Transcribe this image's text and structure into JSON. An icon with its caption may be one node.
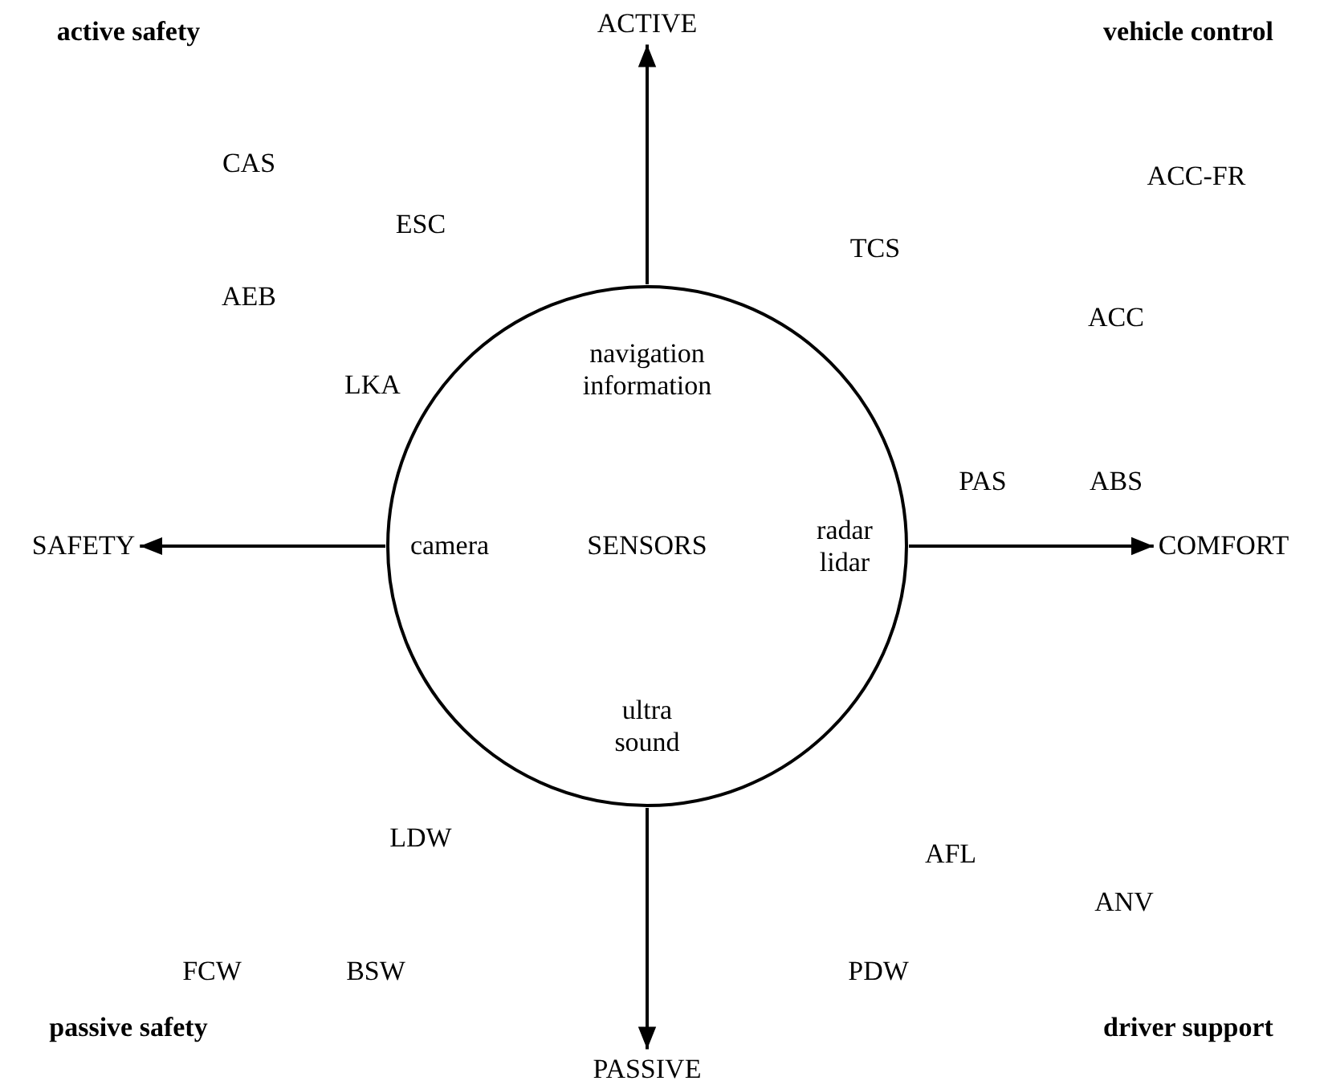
{
  "diagram": {
    "nodes": [
      {
        "text": [
          "navigation information",
          "camera",
          "SENSORS",
          "radar lidar",
          "ultra sound"
        ]
      },
      {
        "text": [
          "ACTIVE"
        ]
      },
      {
        "text": [
          "SAFETY"
        ]
      },
      {
        "text": [
          "COMFORT"
        ]
      },
      {
        "text": [
          "PASSIVE"
        ]
      }
    ],
    "edges": [
      {
        "from": 0,
        "to": 1,
        "arrow": "to"
      },
      {
        "from": 0,
        "to": 2,
        "arrow": "to"
      },
      {
        "from": 0,
        "to": 3,
        "arrow": "to"
      },
      {
        "from": 0,
        "to": 4,
        "arrow": "to"
      }
    ],
    "labels": [
      "active safety",
      "vehicle control",
      "CAS",
      "ACC-FR",
      "ESC",
      "TCS",
      "AEB",
      "ACC",
      "LKA",
      "PAS",
      "ABS",
      "LDW",
      "AFL",
      "ANV",
      "FCW",
      "BSW",
      "PDW",
      "passive safety",
      "driver support"
    ]
  }
}
